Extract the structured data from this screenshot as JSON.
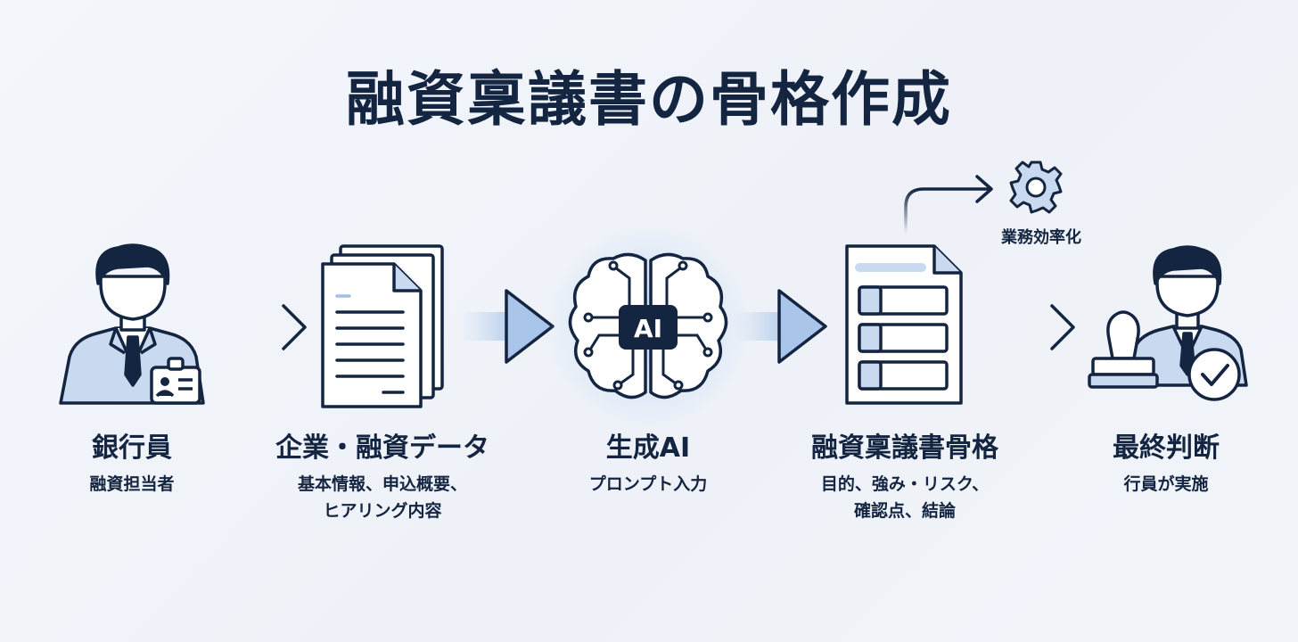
{
  "title": "融資稟議書の骨格作成",
  "steps": [
    {
      "name": "銀行員",
      "desc": [
        "融資担当者"
      ]
    },
    {
      "name": "企業・融資データ",
      "desc": [
        "基本情報、申込概要、",
        "ヒアリング内容"
      ]
    },
    {
      "name": "生成AI",
      "desc": [
        "プロンプト入力"
      ]
    },
    {
      "name": "融資稟議書骨格",
      "desc": [
        "目的、強み・リスク、",
        "確認点、結論"
      ]
    },
    {
      "name": "最終判断",
      "desc": [
        "行員が実施"
      ]
    }
  ],
  "ai_chip": "AI",
  "efficiency": {
    "label": "業務効率化",
    "icon": "gear-icon"
  },
  "colors": {
    "navy": "#142541",
    "light_blue": "#c9daf0",
    "accent_blue": "#9fc0e8"
  }
}
